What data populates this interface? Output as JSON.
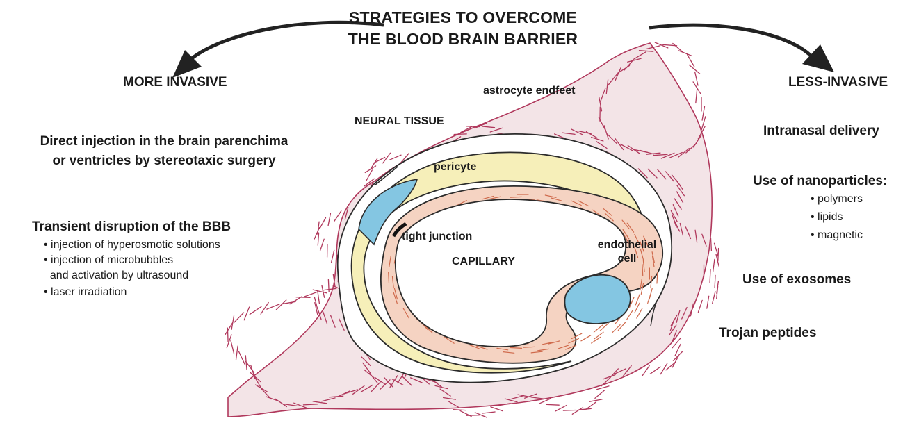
{
  "title": {
    "line1": "STRATEGIES TO OVERCOME",
    "line2": "THE BLOOD BRAIN BARRIER"
  },
  "left": {
    "heading": "MORE INVASIVE",
    "direct_injection_line1": "Direct injection in the brain parenchima",
    "direct_injection_line2": "or ventricles by stereotaxic surgery",
    "disruption_heading": "Transient disruption of the BBB",
    "disruption_items": [
      "• injection of hyperosmotic solutions",
      "• injection of microbubbles",
      "  and activation by ultrasound",
      "• laser irradiation"
    ]
  },
  "right": {
    "heading": "LESS-INVASIVE",
    "intranasal": "Intranasal delivery",
    "nanoparticles_heading": "Use of nanoparticles:",
    "nanoparticles_items": [
      "• polymers",
      "• lipids",
      "• magnetic"
    ],
    "exosomes": "Use of exosomes",
    "trojan": "Trojan peptides"
  },
  "illustration_labels": {
    "astrocyte": "astrocyte endfeet",
    "neural": "NEURAL TISSUE",
    "pericyte": "pericyte",
    "tight_junction": "tight junction",
    "capillary": "CAPILLARY",
    "endothelial_line1": "endothelial",
    "endothelial_line2": "cell"
  },
  "colors": {
    "astrocyte_fill": "#f3e4e7",
    "astrocyte_stroke": "#b0385c",
    "pericyte_fill": "#f6efb9",
    "endothelial_fill": "#f5d3c2",
    "endothelial_stroke": "#cf6a4c",
    "nucleus_fill": "#84c6e2",
    "outline": "#2b2b2b"
  }
}
